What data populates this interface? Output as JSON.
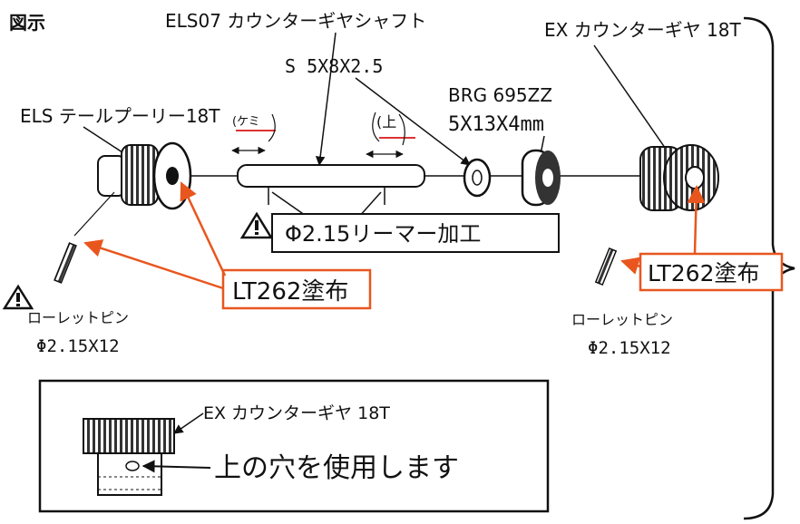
{
  "title": "図示",
  "labels": {
    "shaft": "ELS07 カウンターギヤシャフト",
    "shaft_size": "S 5X8X2.5",
    "bearing": "BRG 695ZZ",
    "bearing_size": "5X13X4mm",
    "counter_gear": "EX カウンターギヤ 18T",
    "tail_pulley": "ELS テールプーリー18T",
    "small_note": "(ケミ",
    "right_note": "(上",
    "reamer": "Φ2.15リーマー加工",
    "lt262_left": "LT262塗布",
    "lt262_right": "LT262塗布",
    "pin_left_name": "ローレットピン",
    "pin_left_size": "Φ2.15X12",
    "pin_right_name": "ローレットピン",
    "pin_right_size": "Φ2.15X12",
    "inset_gear": "EX カウンターギヤ 18T",
    "inset_note": "上の穴を使用します"
  },
  "warning_symbol": "⚠",
  "colors": {
    "arrow": "#e8561e",
    "ink": "#111111",
    "callout_border": "#e8561e"
  }
}
